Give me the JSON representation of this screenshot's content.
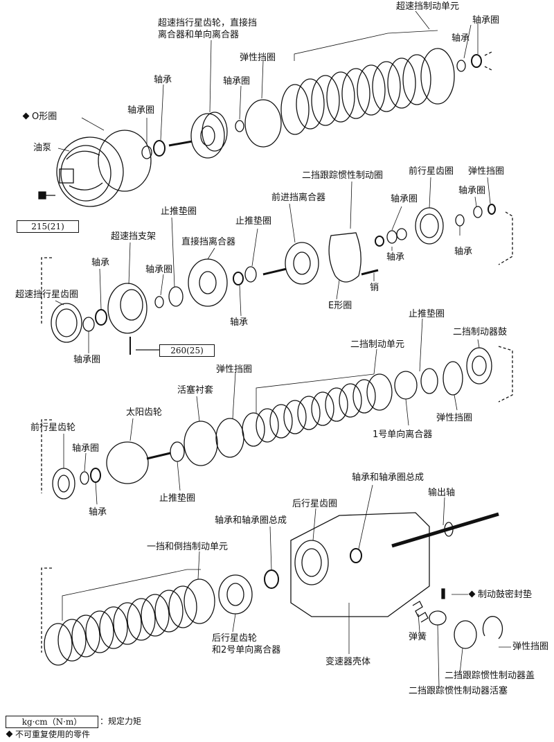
{
  "diagram": {
    "type": "exploded-parts-diagram",
    "labels": {
      "overdrive_brake": "超速挡制动单元",
      "od_planet_clutch_line1": "超速挡行星齿轮，直接挡",
      "od_planet_clutch_line2": "离合器和单向离合器",
      "bearing_top_right": "轴承",
      "race_top_right": "轴承圈",
      "snap_ring_top": "弹性挡圈",
      "bearing_top_mid": "轴承圈",
      "bearing_1": "轴承",
      "race_1": "轴承圈",
      "o_ring": "O形圈",
      "oil_pump": "油泵",
      "second_coast_band": "二挡跟踪惯性制动圈",
      "front_ring_gear_top": "前行星齿圈",
      "snap_ring_r2": "弹性挡圈",
      "race_r2": "轴承圈",
      "race_r2b": "轴承圈",
      "bearing_r2a": "轴承",
      "bearing_r2b": "轴承",
      "forward_clutch": "前进挡离合器",
      "thrust_washer_a": "止推垫圈",
      "thrust_washer_b": "止推垫圈",
      "od_support": "超速挡支架",
      "direct_clutch": "直接挡离合器",
      "bearing_r2c": "轴承",
      "race_r2c": "轴承圈",
      "od_ring_gear": "超速挡行星齿圈",
      "race_r2d": "轴承圈",
      "bearing_r2d": "轴承",
      "e_ring": "E形圈",
      "pin": "销",
      "thrust_washer_c": "止推垫圈",
      "second_brake_drum": "二挡制动器鼓",
      "second_brake": "二挡制动单元",
      "snap_ring_r3": "弹性挡圈",
      "piston_sleeve": "活塞衬套",
      "sun_gear": "太阳齿轮",
      "snap_ring_r3b": "弹性挡圈",
      "one_way_clutch_1": "1号单向离合器",
      "front_planet": "前行星齿轮",
      "race_r3": "轴承圈",
      "bearing_r3": "轴承",
      "thrust_washer_d": "止推垫圈",
      "bearing_race_assy_a": "轴承和轴承圈总成",
      "rear_ring_gear": "后行星齿圈",
      "output_shaft": "输出轴",
      "bearing_race_assy_b": "轴承和轴承圈总成",
      "first_reverse_brake": "一挡和倒挡制动单元",
      "brake_drum_gasket": "制动鼓密封垫",
      "rear_planet_line1": "后行星齿轮",
      "rear_planet_line2": "和2号单向离合器",
      "case": "变速器壳体",
      "spring": "弹簧",
      "snap_ring_r4": "弹性挡圈",
      "coast_brake_cover": "二挡跟踪惯性制动器盖",
      "coast_brake_piston": "二挡跟踪惯性制动器活塞"
    },
    "torque_specs": [
      "215(21)",
      "260(25)"
    ],
    "legend": {
      "torque_unit": "kg·cm（N·m）",
      "torque_desc": "：规定力矩",
      "non_reusable": "不可重复使用的零件"
    }
  }
}
